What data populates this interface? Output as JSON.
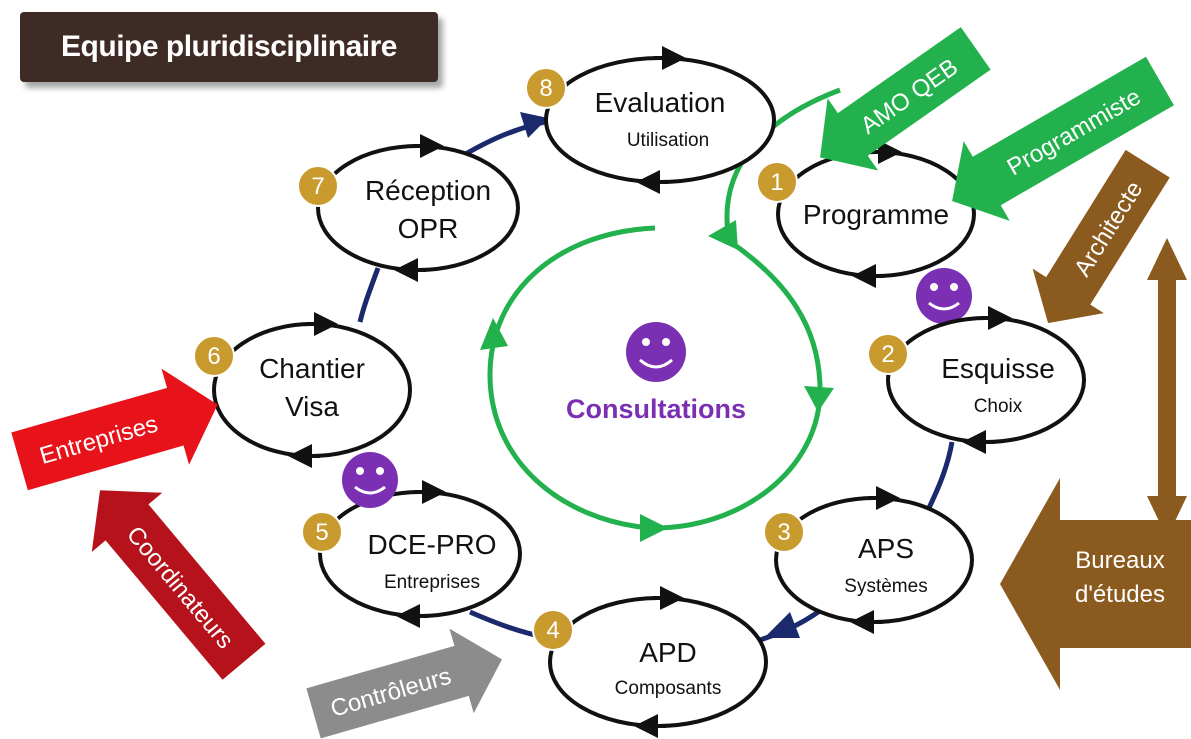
{
  "title": "Equipe pluridisciplinaire",
  "center": {
    "label": "Consultations"
  },
  "stages": [
    {
      "number": "1",
      "title": "Programme",
      "subtitle": ""
    },
    {
      "number": "2",
      "title": "Esquisse",
      "subtitle": "Choix"
    },
    {
      "number": "3",
      "title": "APS",
      "subtitle": "Systèmes"
    },
    {
      "number": "4",
      "title": "APD",
      "subtitle": "Composants"
    },
    {
      "number": "5",
      "title": "DCE-PRO",
      "subtitle": "Entreprises"
    },
    {
      "number": "6",
      "title": "Chantier",
      "subtitle": "Visa"
    },
    {
      "number": "7",
      "title": "Réception",
      "subtitle": "OPR"
    },
    {
      "number": "8",
      "title": "Evaluation",
      "subtitle": "Utilisation"
    }
  ],
  "actors": {
    "amo": "AMO QEB",
    "programmiste": "Programmiste",
    "architecte": "Architecte",
    "bureaux_line1": "Bureaux",
    "bureaux_line2": "d'études",
    "entreprises": "Entreprises",
    "coordinateurs": "Coordinateurs",
    "controleurs": "Contrôleurs"
  },
  "colors": {
    "title_bg": "#3f2b25",
    "green": "#22b14c",
    "brown": "#8b5a1e",
    "red": "#e8121b",
    "dark_red": "#b5121b",
    "grey": "#8c8c8c",
    "gold": "#c99a2e",
    "purple": "#7b2fb3",
    "navy": "#1a2a6c"
  }
}
